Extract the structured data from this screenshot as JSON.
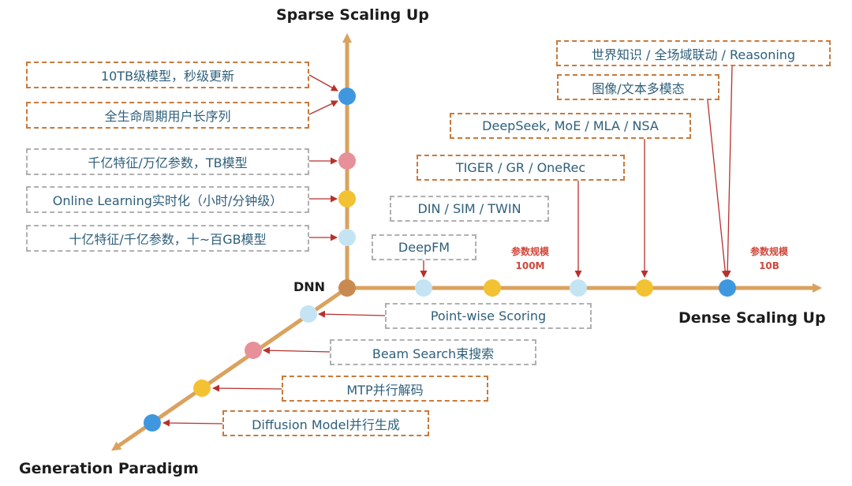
{
  "axes": {
    "top": "Sparse Scaling Up",
    "right": "Dense Scaling Up",
    "bottom": "Generation Paradigm",
    "origin": "DNN"
  },
  "param_labels": {
    "a_line1": "参数规模",
    "a_line2": "100M",
    "b_line1": "参数规模",
    "b_line2": "10B"
  },
  "sparse_boxes": [
    "10TB级模型，秒级更新",
    "全生命周期用户长序列",
    "千亿特征/万亿参数，TB模型",
    "Online Learning实时化（小时/分钟级）",
    "十亿特征/千亿参数，十~百GB模型"
  ],
  "dense_boxes": [
    "DeepFM",
    "DIN / SIM / TWIN",
    "TIGER / GR / OneRec",
    "DeepSeek, MoE / MLA / NSA",
    "图像/文本多模态",
    "世界知识 / 全场域联动 / Reasoning"
  ],
  "gen_boxes": [
    "Point-wise Scoring",
    "Beam Search束搜索",
    "MTP并行解码",
    "Diffusion Model并行生成"
  ],
  "colors": {
    "axis": "#d9a25f",
    "origin": "#c98a52",
    "blue": "#3f97e0",
    "light_blue": "#c4e4f4",
    "pink": "#e7909a",
    "yellow": "#f3c233",
    "arrow": "#b8302d",
    "box_text": "#2e5f7a",
    "box_orange": "#c87a3c",
    "box_gray": "#b0b0b0",
    "param_red": "#d0473b"
  }
}
